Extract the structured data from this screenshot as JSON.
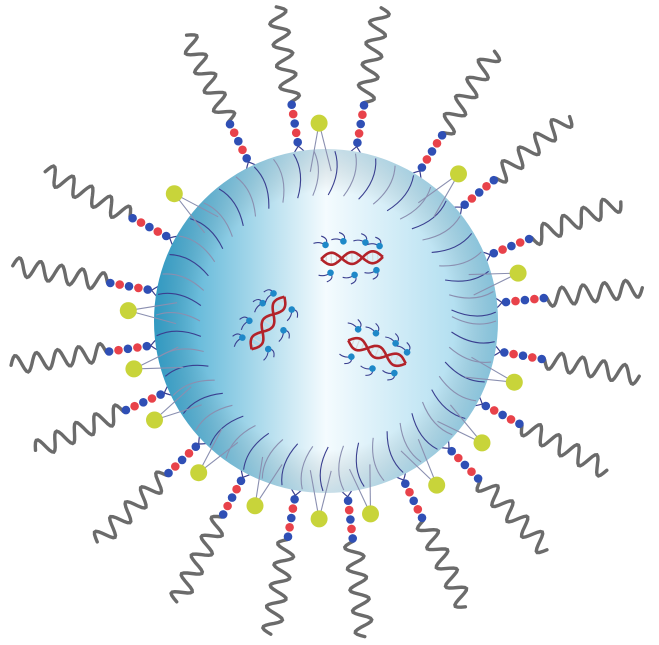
{
  "diagram": {
    "type": "lipid-nanoparticle",
    "colors": {
      "background": "#ffffff",
      "core_light": "#f4fbfe",
      "core_mid": "#9ed6ec",
      "core_dark": "#3aa6cf",
      "lipid_tail": "#3a3f8f",
      "lipid_tail_light": "#8a8fb0",
      "peg_chain": "#6b6b6b",
      "bead_red": "#e8424a",
      "bead_blue": "#2f4fb5",
      "head_yellow": "#c8d43a",
      "rna_strand": "#b3232a",
      "rna_rung": "#d9d9d9",
      "ionizable_head": "#1e88c8"
    },
    "components": {
      "peg_lipid_count": 19,
      "helper_lipid_count": 14,
      "cargo_count": 3
    }
  }
}
